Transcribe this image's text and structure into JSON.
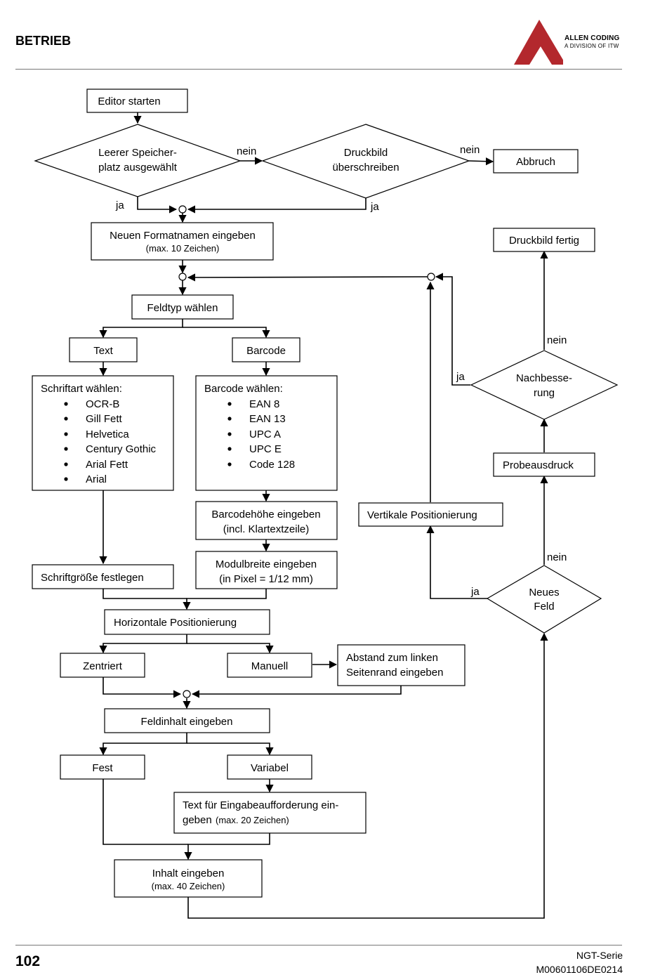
{
  "header": {
    "section_title": "BETRIEB",
    "logo": {
      "name": "allen-coding-logo",
      "line1": "ALLEN CODING",
      "line2": "A DIVISION OF ITW",
      "color": "#b3282d"
    }
  },
  "flow": {
    "editor_start": "Editor starten",
    "empty_slot": [
      "Leerer Speicher-",
      "platz ausgewählt"
    ],
    "overwrite": [
      "Druckbild",
      "überschreiben"
    ],
    "abort": "Abbruch",
    "new_name": "Neuen Formatnamen eingeben",
    "new_name_sub": "(max. 10 Zeichen)",
    "field_type": "Feldtyp wählen",
    "text": "Text",
    "barcode": "Barcode",
    "font_title": "Schriftart wählen:",
    "fonts": [
      "OCR-B",
      "Gill Fett",
      "Helvetica",
      "Century Gothic",
      "Arial Fett",
      "Arial"
    ],
    "barcode_title": "Barcode wählen:",
    "barcodes": [
      "EAN 8",
      "EAN 13",
      "UPC A",
      "UPC E",
      "Code 128"
    ],
    "barcode_height": [
      "Barcodehöhe eingeben",
      "(incl. Klartextzeile)"
    ],
    "module_width": [
      "Modulbreite eingeben",
      "(in Pixel = 1/12 mm)"
    ],
    "font_size": "Schriftgröße festlegen",
    "horizontal": "Horizontale Positionierung",
    "centered": "Zentriert",
    "manual": "Manuell",
    "left_margin": [
      "Abstand zum linken",
      "Seitenrand eingeben"
    ],
    "field_content": "Feldinhalt eingeben",
    "fixed": "Fest",
    "variable": "Variabel",
    "prompt_text_line1": "Text für Eingabeaufforderung ein-",
    "prompt_text_line2": "geben",
    "prompt_text_sub": "(max. 20 Zeichen)",
    "content": "Inhalt eingeben",
    "content_sub": "(max. 40 Zeichen)",
    "vertical": "Vertikale Positionierung",
    "print_done": "Druckbild fertig",
    "rework": [
      "Nachbesse-",
      "rung"
    ],
    "test_print": "Probeausdruck",
    "new_field": [
      "Neues",
      "Feld"
    ],
    "yes": "ja",
    "no": "nein"
  },
  "footer": {
    "page_number": "102",
    "series": "NGT-Serie",
    "doc_code": "M00601106DE0214"
  }
}
